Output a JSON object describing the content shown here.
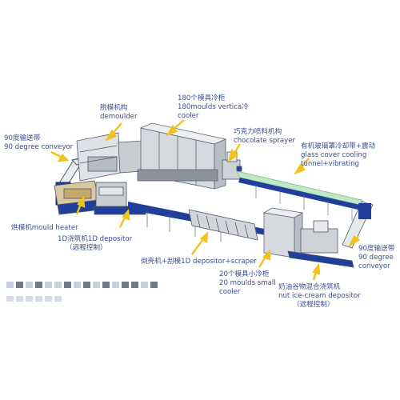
{
  "labels": {
    "demoulder": {
      "zh": "脱模机构",
      "en": "demoulder"
    },
    "cooler180": {
      "zh": "180个模具冷柜",
      "en": "180moulds vertica冷",
      "en2": "cooler"
    },
    "chocolate_sprayer": {
      "zh": "巧克力喷料机构",
      "en": "chocolate sprayer"
    },
    "conveyor_left": {
      "zh": "90度输送带",
      "en": "90 degree conveyor"
    },
    "glass_tunnel": {
      "zh": "有机玻璃罩冷却带+震动",
      "en": "glass cover cooling",
      "en2": "tunnel+vibrating"
    },
    "mould_heater": {
      "zh": "烘模机mould heater"
    },
    "depositor_1d": {
      "zh": "1D浇筑机1D depositor",
      "note": "（远程控制）"
    },
    "conveyor_right": {
      "zh": "90度输送带",
      "en": "90 degree",
      "en2": "conveyor"
    },
    "scraper": {
      "zh": "倒壳机+刮模1D depositor+scraper"
    },
    "small_cooler": {
      "zh": "20个模具小冷柜",
      "en": "20 moulds small",
      "en2": "cooler"
    },
    "nut_depositor": {
      "zh": "奶油谷物混合浇筑机",
      "en": "nut ice-cream depositor",
      "note": "（远程控制）"
    }
  },
  "colors": {
    "label_text": "#3a4f8f",
    "arrow": "#f2c21a",
    "belt_blue": "#1f3f9a",
    "tunnel_green": "#bfe8c6",
    "machine_grey": "#c9ccd1",
    "frame": "#4f5966"
  }
}
